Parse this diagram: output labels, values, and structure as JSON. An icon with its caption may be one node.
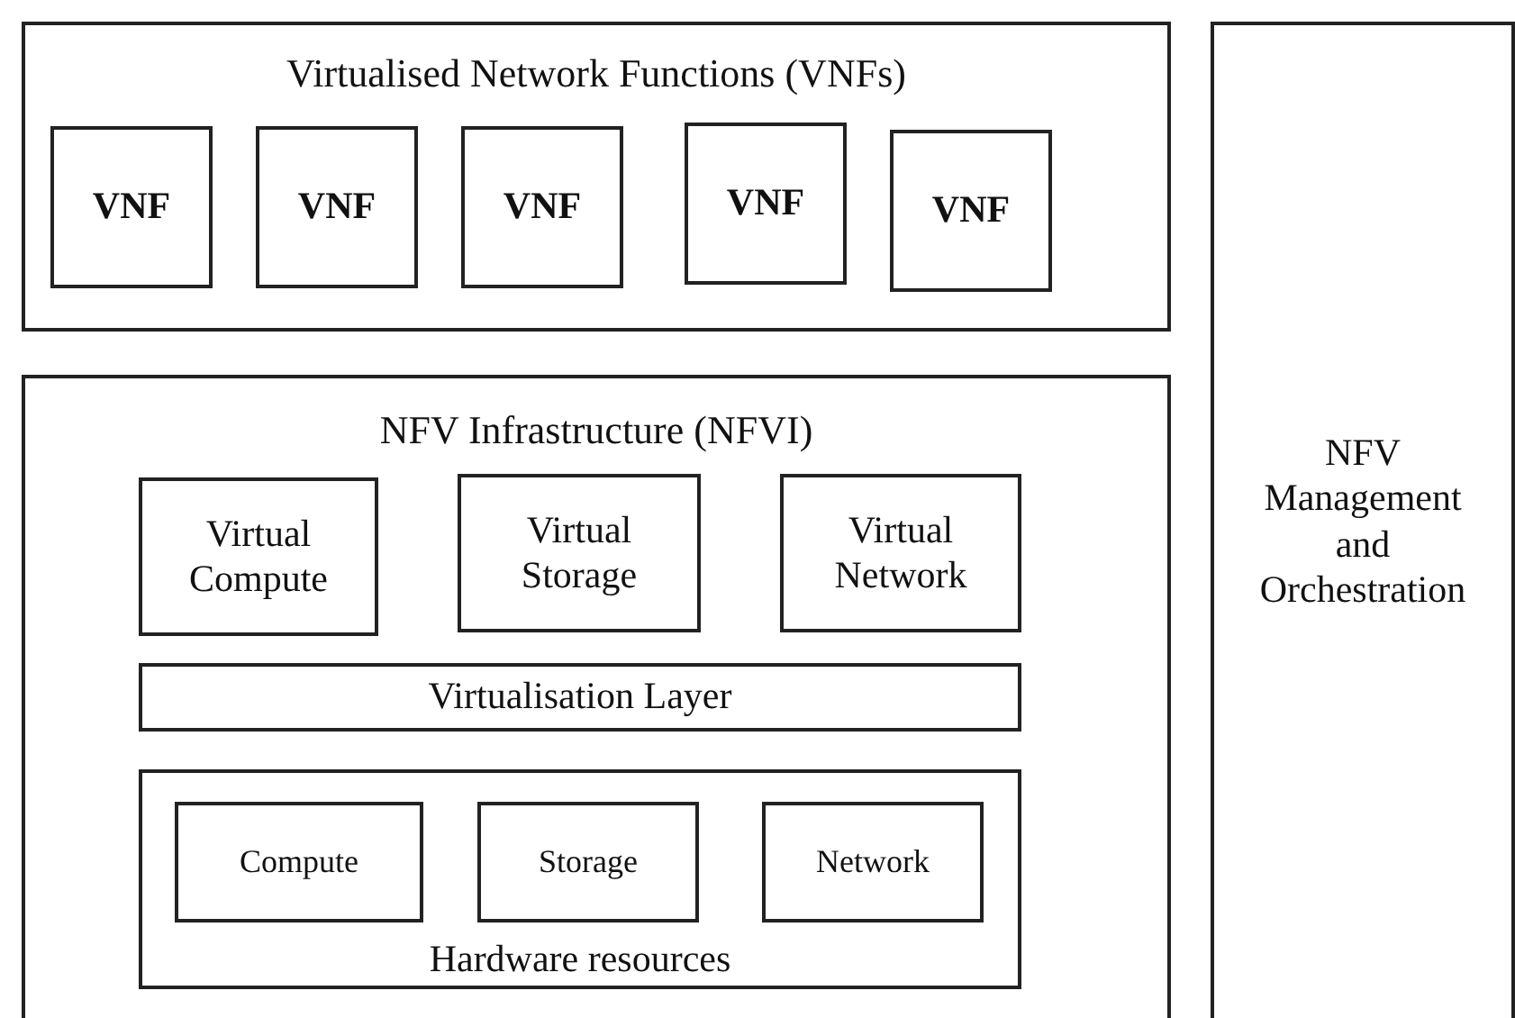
{
  "diagram": {
    "nodes": [
      {
        "text": [
          "Virtualised Network Functions (VNFs)"
        ]
      },
      {
        "text": [
          "VNF"
        ],
        "in": 0
      },
      {
        "text": [
          "VNF"
        ],
        "in": 0
      },
      {
        "text": [
          "VNF"
        ],
        "in": 0
      },
      {
        "text": [
          "VNF"
        ],
        "in": 0
      },
      {
        "text": [
          "VNF"
        ],
        "in": 0
      },
      {
        "text": [
          "NFV Infrastructure (NFVI)"
        ]
      },
      {
        "text": [
          "Virtual Compute"
        ],
        "in": 6
      },
      {
        "text": [
          "Virtual Storage"
        ],
        "in": 6
      },
      {
        "text": [
          "Virtual Network"
        ],
        "in": 6
      },
      {
        "text": [
          "Virtualisation Layer"
        ],
        "in": 6
      },
      {
        "text": [
          "Hardware resources"
        ],
        "in": 6
      },
      {
        "text": [
          "Compute"
        ],
        "in": 11
      },
      {
        "text": [
          "Storage"
        ],
        "in": 11
      },
      {
        "text": [
          "Network"
        ],
        "in": 11
      },
      {
        "text": [
          "NFV Management and Orchestration"
        ]
      }
    ]
  }
}
